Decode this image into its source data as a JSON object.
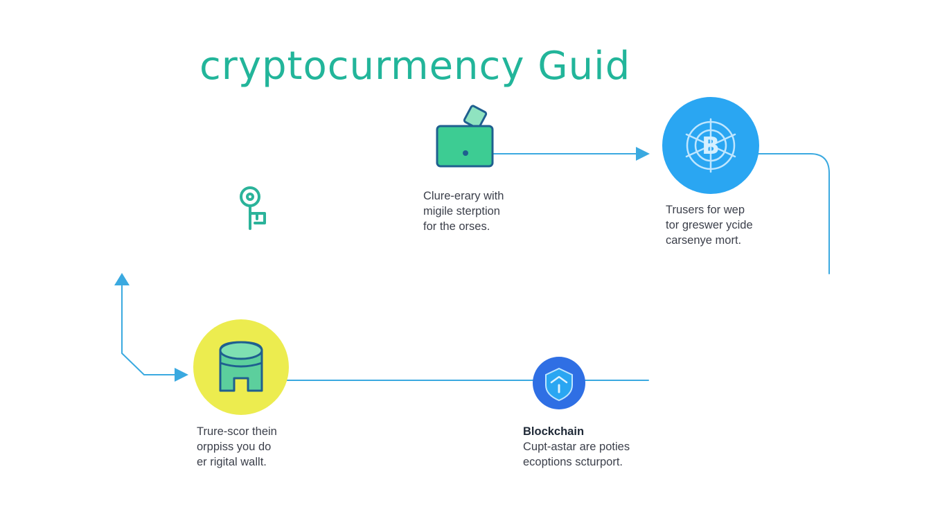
{
  "title": "cryptocurmency Guid",
  "colors": {
    "title": "#22b59a",
    "connector": "#3aa9e0",
    "wallet_fill": "#3dcc93",
    "wallet_stroke": "#1f5f8f",
    "key": "#2bb39a",
    "coin_circle": "#2aa6f2",
    "coin_symbol": "#bfe6ff",
    "storage_circle": "#ecec4f",
    "storage_fill": "#5ccf9d",
    "storage_stroke": "#1f5f8f",
    "blockchain_circle": "#2f6fe4"
  },
  "nodes": {
    "key": {
      "icon": "key-icon"
    },
    "wallet": {
      "icon": "wallet-icon",
      "lines": [
        "Clure-erary with",
        "migile sterption",
        "for the orses."
      ]
    },
    "coin": {
      "icon": "bitcoin-icon",
      "lines": [
        "Trusers for wep",
        "tor greswer ycide",
        "carsenye mort."
      ]
    },
    "storage": {
      "icon": "storage-icon",
      "lines": [
        "Trure-scor thein",
        "orppiss you do",
        "er rigital wallt."
      ]
    },
    "blockchain": {
      "icon": "blockchain-shield-icon",
      "heading": "Blockchain",
      "lines": [
        "Cupt-astar are poties",
        "ecoptions scturport."
      ]
    }
  }
}
